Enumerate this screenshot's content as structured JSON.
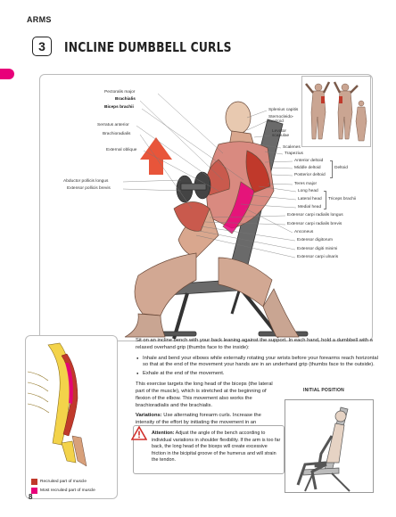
{
  "header": {
    "section": "ARMS",
    "exercise_number": "3",
    "title": "INCLINE DUMBBELL CURLS"
  },
  "labels": {
    "left": [
      "Pectoralis major",
      "Brachialis",
      "Biceps brachii",
      "Serratus anterior",
      "Brachioradialis",
      "External oblique",
      "Abductor pollicis longus",
      "Extensor pollicis brevis"
    ],
    "right_top": [
      "Splenius capitis",
      "Sternocleido-mastoid",
      "Levator scapulae",
      "Scalenes",
      "Trapezius"
    ],
    "deltoid_parts": [
      "Anterior deltoid",
      "Middle deltoid",
      "Posterior deltoid"
    ],
    "deltoid_group": "Deltoid",
    "teres": "Teres major",
    "biceps_parts": [
      "Long head",
      "Lateral head",
      "Medial head"
    ],
    "triceps_group": "Triceps brachii",
    "right_bottom": [
      "Extensor carpi radialis longus",
      "Extensor carpi radialis brevis",
      "Anconeus",
      "Extensor digitorum",
      "Extensor digiti minimi",
      "Extensor carpi ulnaris"
    ]
  },
  "legend": {
    "recruited": "Recruited part of muscle",
    "most_recruited": "Most recruited part of muscle"
  },
  "colors": {
    "recruited": "#c0392b",
    "most_recruited": "#e8007a",
    "accent": "#e8007a"
  },
  "text": {
    "intro": "Sit on an incline bench with your back leaning against the support. In each hand, hold a dumbbell with a relaxed overhand grip (thumbs face to the inside):",
    "steps": [
      "Inhale and bend your elbows while externally rotating your wrists before your forearms reach horizontal so that at the end of the movement your hands are in an underhand grip (thumbs face to the outside).",
      "Exhale at the end of the movement."
    ],
    "targets": "This exercise targets the long head of the biceps (the lateral part of the muscle), which is stretched at the beginning of flexion of the elbow. This movement also works the brachioradialis and the brachialis.",
    "variations_label": "Variations:",
    "variations": " Use alternating forearm curls. Increase the intensity of the effort by initiating the movement in an underhand grip."
  },
  "initial_position_label": "INITIAL POSITION",
  "attention": {
    "label": "Attention:",
    "body": " Adjust the angle of the bench according to individual variations in shoulder flexibility. If the arm is too far back, the long head of the biceps will create excessive friction in the bicipital groove of the humerus and will strain the tendon."
  },
  "page_number": "8"
}
